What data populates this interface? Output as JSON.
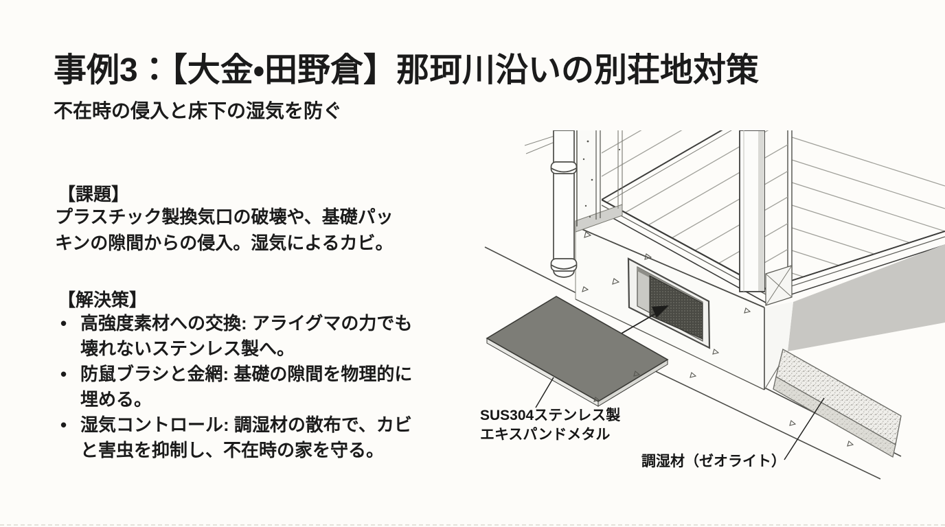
{
  "slide": {
    "title": "事例3：【大金・田野倉】那珂川沿いの別荘地対策",
    "subtitle": "不在時の侵入と床下の湿気を防ぐ",
    "problem": {
      "heading": "【課題】",
      "body": "プラスチック製換気口の破壊や、基礎パッキンの隙間からの侵入。湿気によるカビ。"
    },
    "solution": {
      "heading": "【解決策】",
      "marker": "•",
      "bullets": [
        "高強度素材への交換: アライグマの力でも壊れないステンレス製へ。",
        "防鼠ブラシと金網: 基礎の隙間を物理的に埋める。",
        "湿気コントロール: 調湿材の散布で、カビと害虫を抑制し、不在時の家を守る。"
      ]
    },
    "diagram": {
      "labels": {
        "mesh_line1": "SUS304ステンレス製",
        "mesh_line2": "エキスパンドメタル",
        "desiccant": "調湿材（ゼオライト）"
      }
    },
    "colors": {
      "background": "#fdfcf9",
      "text": "#1b1b1b",
      "line_dark": "#3c3c3a",
      "line_light": "#a0a09a",
      "shade_gray": "#c8c7c3",
      "vent_mesh": "#4a4a44",
      "zeolite_top": "#efeeea",
      "zeolite_front": "#dddcd6"
    }
  }
}
